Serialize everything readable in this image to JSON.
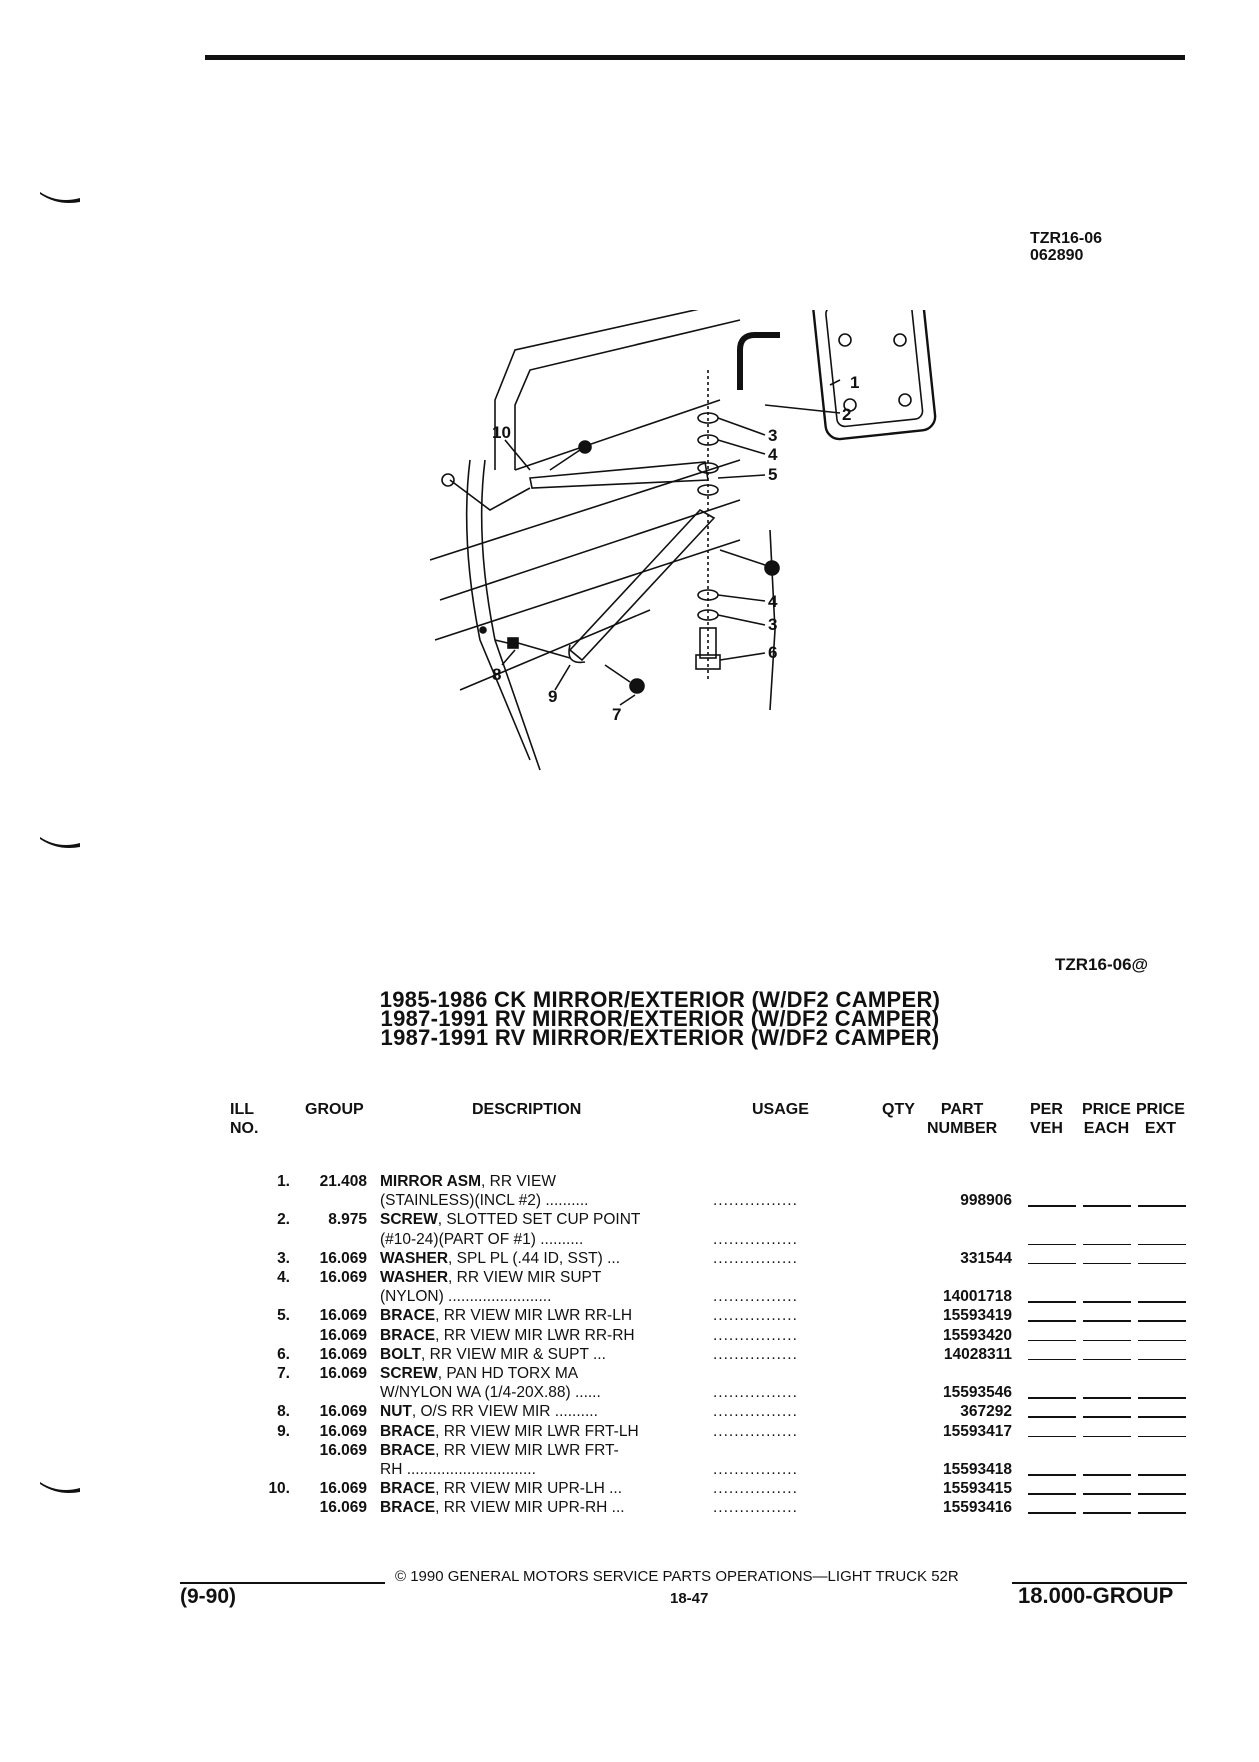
{
  "figure": {
    "ref_code": "TZR16-06",
    "ref_date": "062890",
    "fig_code": "TZR16-06@",
    "callouts": [
      "1",
      "2",
      "3",
      "4",
      "5",
      "3",
      "4",
      "6",
      "7",
      "8",
      "9",
      "10"
    ]
  },
  "titles": [
    "1985-1986 CK MIRROR/EXTERIOR (W/DF2 CAMPER)",
    "1987-1991 RV MIRROR/EXTERIOR (W/DF2 CAMPER)",
    "1987-1991 RV MIRROR/EXTERIOR (W/DF2 CAMPER)"
  ],
  "table": {
    "headers": {
      "ill_line1": "ILL",
      "ill_line2": "NO.",
      "group": "GROUP",
      "description": "DESCRIPTION",
      "usage": "USAGE",
      "qty": "QTY",
      "part_line1": "PART",
      "part_line2": "NUMBER",
      "per_line1": "PER",
      "per_line2": "VEH",
      "price_each_line1": "PRICE",
      "price_each_line2": "EACH",
      "price_ext_line1": "PRICE",
      "price_ext_line2": "EXT"
    },
    "rows": [
      {
        "ill": "1.",
        "group": "21.408",
        "name": "MIRROR ASM",
        "desc": ", RR VIEW",
        "usage": "",
        "part": "",
        "blanks": false
      },
      {
        "ill": "",
        "group": "",
        "name": "",
        "desc": "(STAINLESS)(INCL #2) ..........",
        "usage": "................",
        "part": "998906",
        "blanks": true
      },
      {
        "ill": "2.",
        "group": "8.975",
        "name": "SCREW",
        "desc": ", SLOTTED SET CUP POINT",
        "usage": "",
        "part": "",
        "blanks": false
      },
      {
        "ill": "",
        "group": "",
        "name": "",
        "desc": "(#10-24)(PART OF #1) ..........",
        "usage": "................",
        "part": "",
        "blanks": true
      },
      {
        "ill": "3.",
        "group": "16.069",
        "name": "WASHER",
        "desc": ", SPL PL (.44 ID, SST) ...",
        "usage": "................",
        "part": "331544",
        "blanks": true
      },
      {
        "ill": "4.",
        "group": "16.069",
        "name": "WASHER",
        "desc": ", RR VIEW MIR SUPT",
        "usage": "",
        "part": "",
        "blanks": false
      },
      {
        "ill": "",
        "group": "",
        "name": "",
        "desc": "(NYLON) ........................",
        "usage": "................",
        "part": "14001718",
        "blanks": true
      },
      {
        "ill": "5.",
        "group": "16.069",
        "name": "BRACE",
        "desc": ", RR VIEW MIR LWR RR-LH",
        "usage": "................",
        "part": "15593419",
        "blanks": true
      },
      {
        "ill": "",
        "group": "16.069",
        "name": "BRACE",
        "desc": ", RR VIEW MIR LWR RR-RH",
        "usage": "................",
        "part": "15593420",
        "blanks": true
      },
      {
        "ill": "6.",
        "group": "16.069",
        "name": "BOLT",
        "desc": ", RR VIEW MIR & SUPT ...",
        "usage": "................",
        "part": "14028311",
        "blanks": true
      },
      {
        "ill": "7.",
        "group": "16.069",
        "name": "SCREW",
        "desc": ", PAN HD TORX MA",
        "usage": "",
        "part": "",
        "blanks": false
      },
      {
        "ill": "",
        "group": "",
        "name": "",
        "desc": "W/NYLON WA (1/4-20X.88) ......",
        "usage": "................",
        "part": "15593546",
        "blanks": true
      },
      {
        "ill": "8.",
        "group": "16.069",
        "name": "NUT",
        "desc": ", O/S RR VIEW MIR ..........",
        "usage": "................",
        "part": "367292",
        "blanks": true
      },
      {
        "ill": "9.",
        "group": "16.069",
        "name": "BRACE",
        "desc": ", RR VIEW MIR LWR FRT-LH",
        "usage": "................",
        "part": "15593417",
        "blanks": true
      },
      {
        "ill": "",
        "group": "16.069",
        "name": "BRACE",
        "desc": ", RR VIEW MIR LWR FRT-",
        "usage": "",
        "part": "",
        "blanks": false
      },
      {
        "ill": "",
        "group": "",
        "name": "",
        "desc": "RH ..............................",
        "usage": "................",
        "part": "15593418",
        "blanks": true
      },
      {
        "ill": "10.",
        "group": "16.069",
        "name": "BRACE",
        "desc": ", RR VIEW MIR UPR-LH ...",
        "usage": "................",
        "part": "15593415",
        "blanks": true
      },
      {
        "ill": "",
        "group": "16.069",
        "name": "BRACE",
        "desc": ", RR VIEW MIR UPR-RH ...",
        "usage": "................",
        "part": "15593416",
        "blanks": true
      }
    ]
  },
  "footer": {
    "copyright": "© 1990 GENERAL MOTORS SERVICE PARTS OPERATIONS—LIGHT TRUCK 52R",
    "date_code": "(9-90)",
    "page": "18-47",
    "group": "18.000-GROUP"
  }
}
